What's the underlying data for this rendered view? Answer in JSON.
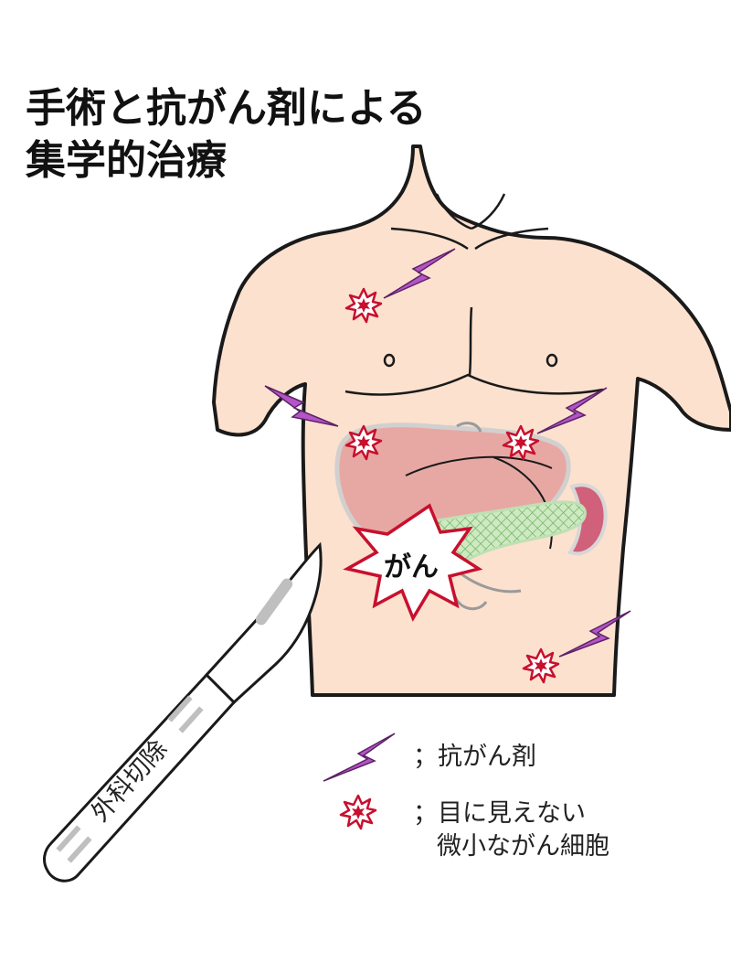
{
  "title": {
    "line1": "手術と抗がん剤による",
    "line2": "集学的治療"
  },
  "labels": {
    "cancer": "がん",
    "scalpel": "外科切除"
  },
  "legend": {
    "drug_label": "；抗がん剤",
    "cells_line1": "；目に見えない",
    "cells_line2": "微小ながん細胞"
  },
  "colors": {
    "skin": "#fce1cf",
    "outline": "#1a1a1a",
    "liver": "#e6a4a0",
    "liver_edge": "#c4c4c4",
    "pancreas": "#bfe0b4",
    "spleen": "#d1607a",
    "drug_bolt": "#b355c6",
    "cell_star": "#c8102e",
    "tumor_edge": "#c8102e"
  },
  "icons": {
    "drug": "lightning-bolt-icon",
    "cell": "starburst-icon",
    "tool": "scalpel-icon"
  }
}
